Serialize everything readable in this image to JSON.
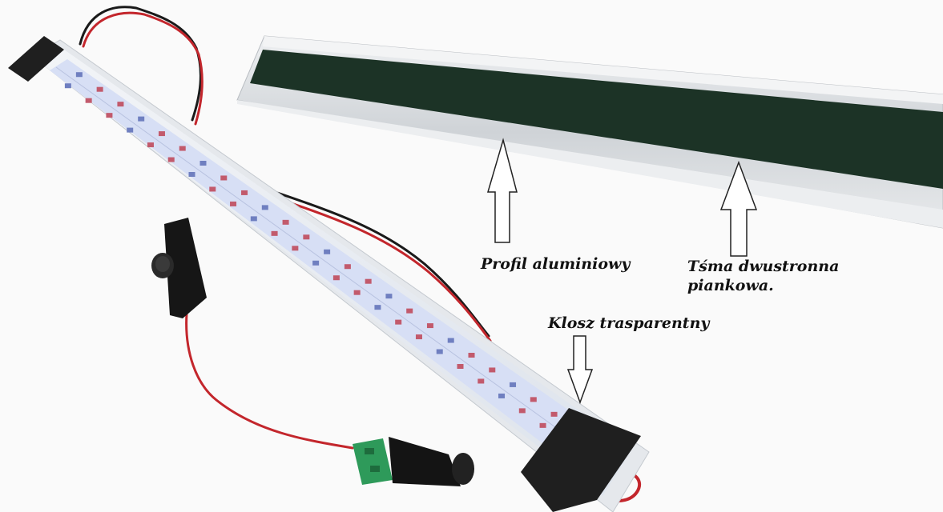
{
  "labels": {
    "profil": "Profil aluminiowy",
    "tasma_line1": "Tśma dwustronna",
    "tasma_line2": "piankowa.",
    "klosz": "Klosz trasparentny"
  },
  "colors": {
    "background": "#fafafa",
    "aluminium": "#d9dcdf",
    "foam_tape": "#1c3326",
    "led_board": "#d7dff5",
    "led": "#c25a6c",
    "end_cap": "#1f1f1f",
    "wire_red": "#c3262c",
    "wire_black": "#1a1a1a",
    "connector_green": "#2e9a5a"
  }
}
